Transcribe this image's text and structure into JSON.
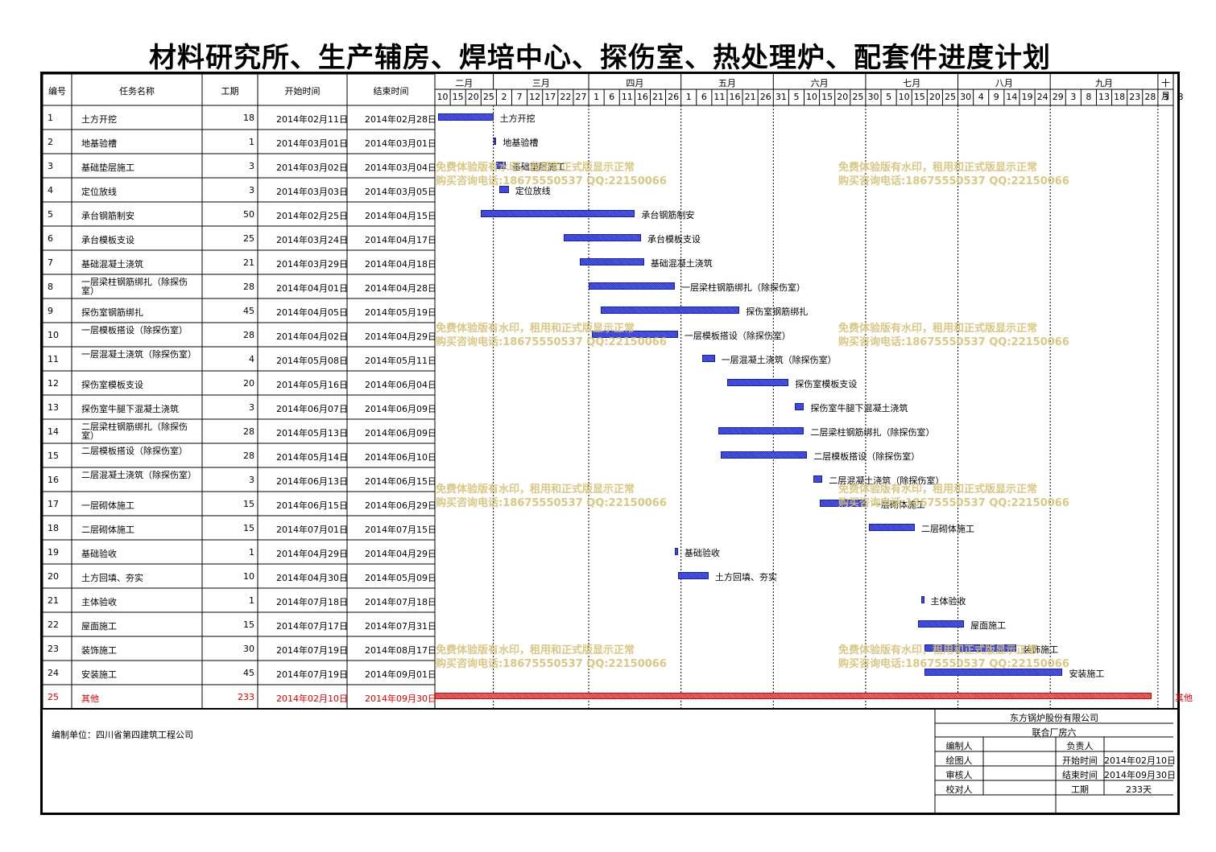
{
  "title": "材料研究所、生产辅房、焊培中心、探伤室、热处理炉、配套件进度计划",
  "table_headers": {
    "id": "编号",
    "name": "任务名称",
    "duration": "工期",
    "start": "开始时间",
    "end": "结束时间"
  },
  "watermark": {
    "line1": "免费体验版有水印，租用和正式版显示正常",
    "line2": "购买咨询电话:18675550537 QQ:22150066"
  },
  "footer": {
    "unit_label": "编制单位：四川省第四建筑工程公司",
    "company": "东方锅炉股份有限公司",
    "project": "联合厂房六",
    "rows": [
      {
        "a": "编制人",
        "b": "",
        "c": "负责人",
        "d": ""
      },
      {
        "a": "绘图人",
        "b": "",
        "c": "开始时间",
        "d": "2014年02月10日"
      },
      {
        "a": "审核人",
        "b": "",
        "c": "结束时间",
        "d": "2014年09月30日"
      },
      {
        "a": "校对人",
        "b": "",
        "c": "工期",
        "d": "233天"
      }
    ]
  },
  "chart_data": {
    "type": "gantt",
    "title": "材料研究所、生产辅房、焊培中心、探伤室、热处理炉、配套件进度计划",
    "timeline_start": "2014-02-10",
    "timeline_end": "2014-10-08",
    "months": [
      {
        "label": "二月",
        "start": "2014-02-10",
        "end": "2014-03-01"
      },
      {
        "label": "三月",
        "start": "2014-03-01",
        "end": "2014-04-01"
      },
      {
        "label": "四月",
        "start": "2014-04-01",
        "end": "2014-05-01"
      },
      {
        "label": "五月",
        "start": "2014-05-01",
        "end": "2014-05-31"
      },
      {
        "label": "六月",
        "start": "2014-05-31",
        "end": "2014-06-30"
      },
      {
        "label": "七月",
        "start": "2014-06-30",
        "end": "2014-07-30"
      },
      {
        "label": "八月",
        "start": "2014-07-30",
        "end": "2014-08-29"
      },
      {
        "label": "九月",
        "start": "2014-08-29",
        "end": "2014-10-03"
      },
      {
        "label": "十月",
        "start": "2014-10-03",
        "end": "2014-10-08"
      }
    ],
    "day_ticks": [
      {
        "label": "10",
        "date": "2014-02-10"
      },
      {
        "label": "15",
        "date": "2014-02-15"
      },
      {
        "label": "20",
        "date": "2014-02-20"
      },
      {
        "label": "25",
        "date": "2014-02-25"
      },
      {
        "label": "2",
        "date": "2014-03-02"
      },
      {
        "label": "7",
        "date": "2014-03-07"
      },
      {
        "label": "12",
        "date": "2014-03-12"
      },
      {
        "label": "17",
        "date": "2014-03-17"
      },
      {
        "label": "22",
        "date": "2014-03-22"
      },
      {
        "label": "27",
        "date": "2014-03-27"
      },
      {
        "label": "1",
        "date": "2014-04-01"
      },
      {
        "label": "6",
        "date": "2014-04-06"
      },
      {
        "label": "11",
        "date": "2014-04-11"
      },
      {
        "label": "16",
        "date": "2014-04-16"
      },
      {
        "label": "21",
        "date": "2014-04-21"
      },
      {
        "label": "26",
        "date": "2014-04-26"
      },
      {
        "label": "1",
        "date": "2014-05-01"
      },
      {
        "label": "6",
        "date": "2014-05-06"
      },
      {
        "label": "11",
        "date": "2014-05-11"
      },
      {
        "label": "16",
        "date": "2014-05-16"
      },
      {
        "label": "21",
        "date": "2014-05-21"
      },
      {
        "label": "26",
        "date": "2014-05-26"
      },
      {
        "label": "31",
        "date": "2014-05-31"
      },
      {
        "label": "5",
        "date": "2014-06-05"
      },
      {
        "label": "10",
        "date": "2014-06-10"
      },
      {
        "label": "15",
        "date": "2014-06-15"
      },
      {
        "label": "20",
        "date": "2014-06-20"
      },
      {
        "label": "25",
        "date": "2014-06-25"
      },
      {
        "label": "30",
        "date": "2014-06-30"
      },
      {
        "label": "5",
        "date": "2014-07-05"
      },
      {
        "label": "10",
        "date": "2014-07-10"
      },
      {
        "label": "15",
        "date": "2014-07-15"
      },
      {
        "label": "20",
        "date": "2014-07-20"
      },
      {
        "label": "25",
        "date": "2014-07-25"
      },
      {
        "label": "30",
        "date": "2014-07-30"
      },
      {
        "label": "4",
        "date": "2014-08-04"
      },
      {
        "label": "9",
        "date": "2014-08-09"
      },
      {
        "label": "14",
        "date": "2014-08-14"
      },
      {
        "label": "19",
        "date": "2014-08-19"
      },
      {
        "label": "24",
        "date": "2014-08-24"
      },
      {
        "label": "29",
        "date": "2014-08-29"
      },
      {
        "label": "3",
        "date": "2014-09-03"
      },
      {
        "label": "8",
        "date": "2014-09-08"
      },
      {
        "label": "13",
        "date": "2014-09-13"
      },
      {
        "label": "18",
        "date": "2014-09-18"
      },
      {
        "label": "23",
        "date": "2014-09-23"
      },
      {
        "label": "28",
        "date": "2014-09-28"
      },
      {
        "label": "3",
        "date": "2014-10-03"
      },
      {
        "label": "8",
        "date": "2014-10-08"
      }
    ],
    "tasks": [
      {
        "id": "1",
        "name": "土方开挖",
        "duration": "18",
        "start_text": "2014年02月11日",
        "end_text": "2014年02月28日",
        "start": "2014-02-11",
        "end": "2014-02-28"
      },
      {
        "id": "2",
        "name": "地基验槽",
        "duration": "1",
        "start_text": "2014年03月01日",
        "end_text": "2014年03月01日",
        "start": "2014-03-01",
        "end": "2014-03-01"
      },
      {
        "id": "3",
        "name": "基础垫层施工",
        "duration": "3",
        "start_text": "2014年03月02日",
        "end_text": "2014年03月04日",
        "start": "2014-03-02",
        "end": "2014-03-04"
      },
      {
        "id": "4",
        "name": "定位放线",
        "duration": "3",
        "start_text": "2014年03月03日",
        "end_text": "2014年03月05日",
        "start": "2014-03-03",
        "end": "2014-03-05"
      },
      {
        "id": "5",
        "name": "承台钢筋制安",
        "duration": "50",
        "start_text": "2014年02月25日",
        "end_text": "2014年04月15日",
        "start": "2014-02-25",
        "end": "2014-04-15"
      },
      {
        "id": "6",
        "name": "承台模板支设",
        "duration": "25",
        "start_text": "2014年03月24日",
        "end_text": "2014年04月17日",
        "start": "2014-03-24",
        "end": "2014-04-17"
      },
      {
        "id": "7",
        "name": "基础混凝土浇筑",
        "duration": "21",
        "start_text": "2014年03月29日",
        "end_text": "2014年04月18日",
        "start": "2014-03-29",
        "end": "2014-04-18"
      },
      {
        "id": "8",
        "name": "一层梁柱钢筋绑扎（除探伤室）",
        "duration": "28",
        "start_text": "2014年04月01日",
        "end_text": "2014年04月28日",
        "start": "2014-04-01",
        "end": "2014-04-28"
      },
      {
        "id": "9",
        "name": "探伤室钢筋绑扎",
        "duration": "45",
        "start_text": "2014年04月05日",
        "end_text": "2014年05月19日",
        "start": "2014-04-05",
        "end": "2014-05-19"
      },
      {
        "id": "10",
        "name": "一层模板搭设（除探伤室）",
        "duration": "28",
        "start_text": "2014年04月02日",
        "end_text": "2014年04月29日",
        "start": "2014-04-02",
        "end": "2014-04-29"
      },
      {
        "id": "11",
        "name": "一层混凝土浇筑（除探伤室）",
        "duration": "4",
        "start_text": "2014年05月08日",
        "end_text": "2014年05月11日",
        "start": "2014-05-08",
        "end": "2014-05-11"
      },
      {
        "id": "12",
        "name": "探伤室模板支设",
        "duration": "20",
        "start_text": "2014年05月16日",
        "end_text": "2014年06月04日",
        "start": "2014-05-16",
        "end": "2014-06-04"
      },
      {
        "id": "13",
        "name": "探伤室牛腿下混凝土浇筑",
        "duration": "3",
        "start_text": "2014年06月07日",
        "end_text": "2014年06月09日",
        "start": "2014-06-07",
        "end": "2014-06-09"
      },
      {
        "id": "14",
        "name": "二层梁柱钢筋绑扎（除探伤室）",
        "duration": "28",
        "start_text": "2014年05月13日",
        "end_text": "2014年06月09日",
        "start": "2014-05-13",
        "end": "2014-06-09"
      },
      {
        "id": "15",
        "name": "二层模板搭设（除探伤室）",
        "duration": "28",
        "start_text": "2014年05月14日",
        "end_text": "2014年06月10日",
        "start": "2014-05-14",
        "end": "2014-06-10"
      },
      {
        "id": "16",
        "name": "二层混凝土浇筑（除探伤室）",
        "duration": "3",
        "start_text": "2014年06月13日",
        "end_text": "2014年06月15日",
        "start": "2014-06-13",
        "end": "2014-06-15"
      },
      {
        "id": "17",
        "name": "一层砌体施工",
        "duration": "15",
        "start_text": "2014年06月15日",
        "end_text": "2014年06月29日",
        "start": "2014-06-15",
        "end": "2014-06-29"
      },
      {
        "id": "18",
        "name": "二层砌体施工",
        "duration": "15",
        "start_text": "2014年07月01日",
        "end_text": "2014年07月15日",
        "start": "2014-07-01",
        "end": "2014-07-15"
      },
      {
        "id": "19",
        "name": "基础验收",
        "duration": "1",
        "start_text": "2014年04月29日",
        "end_text": "2014年04月29日",
        "start": "2014-04-29",
        "end": "2014-04-29"
      },
      {
        "id": "20",
        "name": "土方回填、夯实",
        "duration": "10",
        "start_text": "2014年04月30日",
        "end_text": "2014年05月09日",
        "start": "2014-04-30",
        "end": "2014-05-09"
      },
      {
        "id": "21",
        "name": "主体验收",
        "duration": "1",
        "start_text": "2014年07月18日",
        "end_text": "2014年07月18日",
        "start": "2014-07-18",
        "end": "2014-07-18"
      },
      {
        "id": "22",
        "name": "屋面施工",
        "duration": "15",
        "start_text": "2014年07月17日",
        "end_text": "2014年07月31日",
        "start": "2014-07-17",
        "end": "2014-07-31"
      },
      {
        "id": "23",
        "name": "装饰施工",
        "duration": "30",
        "start_text": "2014年07月19日",
        "end_text": "2014年08月17日",
        "start": "2014-07-19",
        "end": "2014-08-17"
      },
      {
        "id": "24",
        "name": "安装施工",
        "duration": "45",
        "start_text": "2014年07月19日",
        "end_text": "2014年09月01日",
        "start": "2014-07-19",
        "end": "2014-09-01"
      },
      {
        "id": "25",
        "name": "其他",
        "duration": "233",
        "start_text": "2014年02月10日",
        "end_text": "2014年09月30日",
        "start": "2014-02-10",
        "end": "2014-09-30",
        "highlight": true
      }
    ]
  }
}
